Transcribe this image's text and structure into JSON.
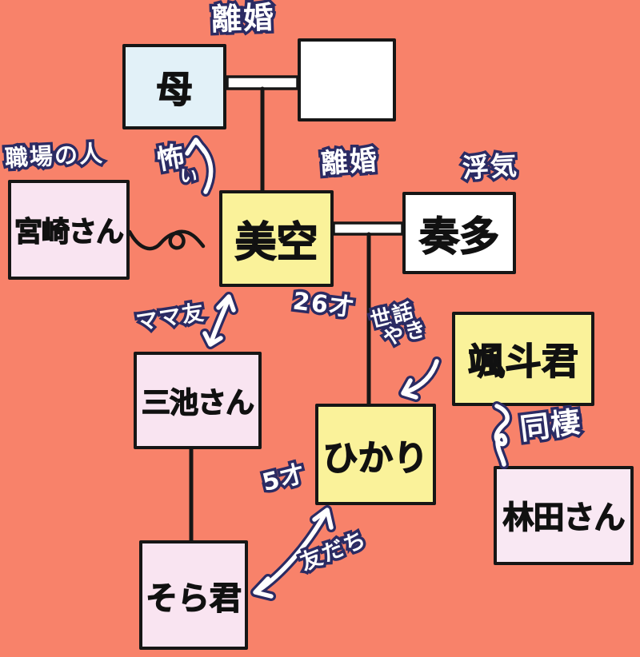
{
  "diagram_title": "family-relationship-diagram",
  "colors": {
    "background": "#f8826a",
    "box_border": "#161616",
    "child_yellow": "#faf29a",
    "friend_pink": "#f9e4f1",
    "mother_blue": "#e2f1f8",
    "plain_white": "#ffffff",
    "annotation_fill": "#ffffff",
    "annotation_outline": "#2b2b63",
    "line_black": "#161616"
  },
  "nodes": {
    "mother": {
      "label": "母"
    },
    "father": {
      "label": ""
    },
    "miyazaki": {
      "label": "宮崎さん"
    },
    "misora": {
      "label": "美空"
    },
    "kanata": {
      "label": "奏多"
    },
    "miike": {
      "label": "三池さん"
    },
    "hayato": {
      "label": "颯斗君"
    },
    "hikari": {
      "label": "ひかり"
    },
    "hayashida": {
      "label": "林田さん"
    },
    "sora": {
      "label": "そら君"
    }
  },
  "annotations": {
    "divorce_top": "離婚",
    "workplace": "職場の人",
    "scary_kanji": "怖",
    "scary_kana": "い",
    "divorce_mid": "離婚",
    "cheating": "浮気",
    "mom_friend": "ママ友",
    "age_26": "26才",
    "caretaker_line1": "世話",
    "caretaker_line2": "やき",
    "cohabiting": "同棲",
    "age_5": "5才",
    "friends": "友だち"
  },
  "relationships": [
    {
      "from": "mother",
      "to": "father",
      "type": "marriage",
      "note": "離婚"
    },
    {
      "from": "mother+father",
      "to": "misora",
      "type": "child"
    },
    {
      "from": "misora",
      "to": "kanata",
      "type": "marriage",
      "note": "離婚 / 浮気"
    },
    {
      "from": "misora+kanata",
      "to": "hikari",
      "type": "child"
    },
    {
      "from": "miyazaki",
      "to": "misora",
      "type": "workplace-squiggle",
      "note": "職場の人"
    },
    {
      "from": "misora",
      "to": "mother",
      "type": "arrow",
      "note": "怖い"
    },
    {
      "from": "misora",
      "to": "miike",
      "type": "double-arrow",
      "note": "ママ友"
    },
    {
      "from": "hayato",
      "to": "hikari",
      "type": "arrow",
      "note": "世話やき"
    },
    {
      "from": "hayato",
      "to": "hayashida",
      "type": "wavy",
      "note": "同棲"
    },
    {
      "from": "miike",
      "to": "sora",
      "type": "child"
    },
    {
      "from": "sora",
      "to": "hikari",
      "type": "double-arrow",
      "note": "友だち"
    }
  ]
}
